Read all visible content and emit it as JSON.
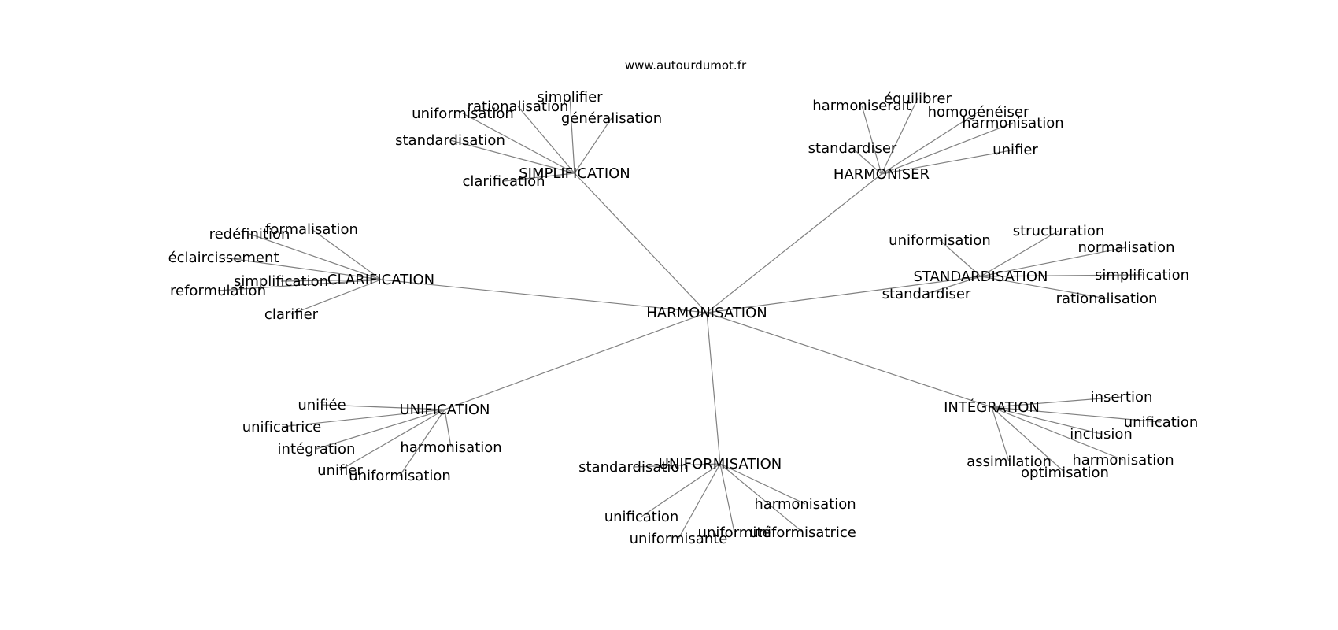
{
  "source": "www.autourdumot.fr",
  "center": "HARMONISATION",
  "clusters": [
    {
      "hub": "SIMPLIFICATION",
      "leaves": [
        "standardisation",
        "uniformisation",
        "rationalisation",
        "simplifier",
        "généralisation",
        "clarification"
      ]
    },
    {
      "hub": "HARMONISER",
      "leaves": [
        "harmoniserait",
        "équilibrer",
        "homogénéiser",
        "harmonisation",
        "unifier",
        "standardiser"
      ]
    },
    {
      "hub": "CLARIFICATION",
      "leaves": [
        "redéfinition",
        "formalisation",
        "éclaircissement",
        "simplification",
        "reformulation",
        "clarifier"
      ]
    },
    {
      "hub": "STANDARDISATION",
      "leaves": [
        "uniformisation",
        "structuration",
        "normalisation",
        "simplification",
        "rationalisation",
        "standardiser"
      ]
    },
    {
      "hub": "UNIFICATION",
      "leaves": [
        "unifiée",
        "unificatrice",
        "intégration",
        "unifier",
        "uniformisation",
        "harmonisation"
      ]
    },
    {
      "hub": "UNIFORMISATION",
      "leaves": [
        "standardisation",
        "unification",
        "uniformisante",
        "uniformité",
        "uniformisatrice",
        "harmonisation"
      ]
    },
    {
      "hub": "INTÉGRATION",
      "leaves": [
        "insertion",
        "unification",
        "inclusion",
        "harmonisation",
        "optimisation",
        "assimilation"
      ]
    }
  ]
}
